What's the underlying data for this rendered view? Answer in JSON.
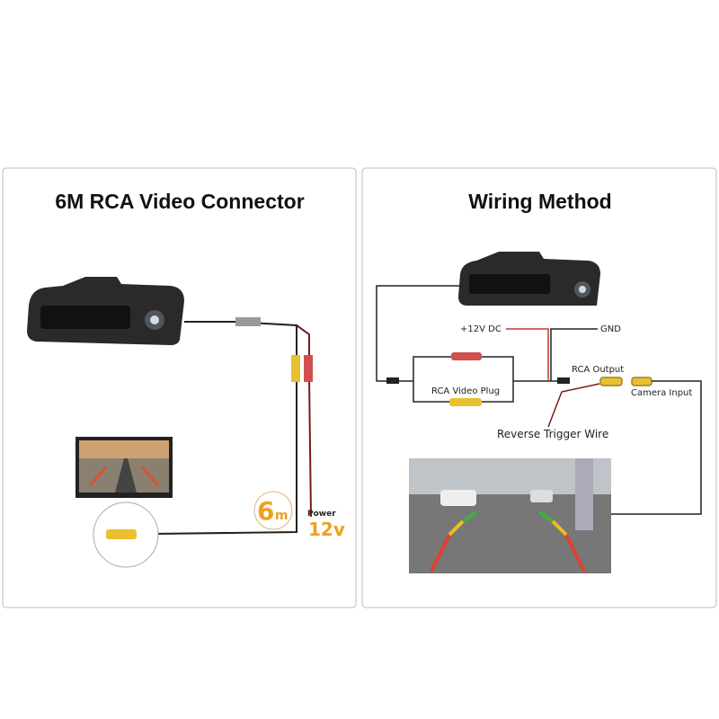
{
  "left_panel": {
    "title": "6M RCA Video Connector",
    "length_badge": {
      "number": "6",
      "unit": "m"
    },
    "power_label": "Power",
    "power_value": "12v"
  },
  "right_panel": {
    "title": "Wiring Method",
    "labels": {
      "power": "+12V DC",
      "ground": "GND",
      "rca_output": "RCA Output",
      "camera_input": "Camera Input",
      "rca_video_plug": "RCA Video Plug",
      "reverse_trigger": "Reverse Trigger Wire"
    }
  },
  "colors": {
    "accent_orange": "#f0a020",
    "wire_red": "#c0392b",
    "rca_yellow": "#e8c030",
    "rca_red": "#d05050"
  }
}
